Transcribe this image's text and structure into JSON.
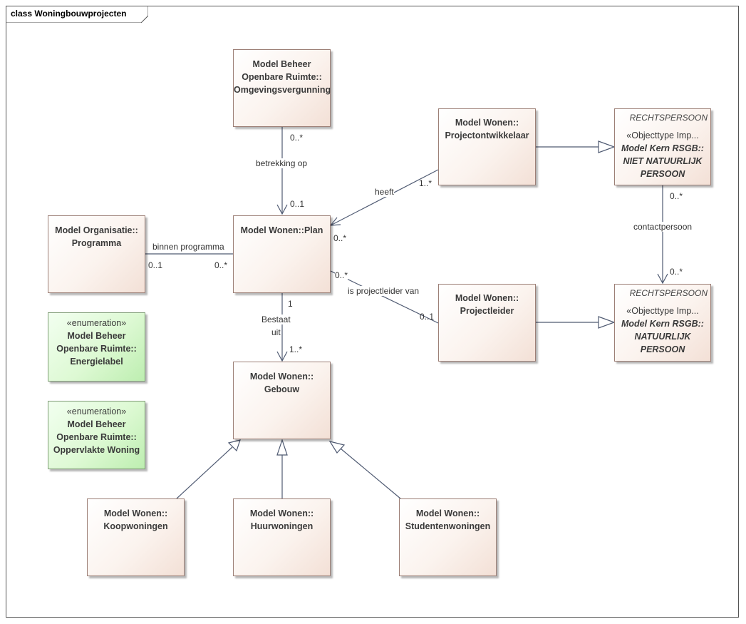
{
  "diagram": {
    "frame_title": "class Woningbouwprojecten",
    "classes": {
      "omgevingsvergunning": [
        "Model Beheer",
        "Openbare Ruimte::",
        "Omgevingsvergunning"
      ],
      "projectontwikkelaar": [
        "Model Wonen::",
        "Projectontwikkelaar"
      ],
      "plan": [
        "Model Wonen::Plan"
      ],
      "programma": [
        "Model Organisatie::",
        "Programma"
      ],
      "projectleider": [
        "Model Wonen::",
        "Projectleider"
      ],
      "gebouw": [
        "Model Wonen::",
        "Gebouw"
      ],
      "koopwoningen": [
        "Model Wonen::",
        "Koopwoningen"
      ],
      "huurwoningen": [
        "Model Wonen::",
        "Huurwoningen"
      ],
      "studentenwoningen": [
        "Model Wonen::",
        "Studentenwoningen"
      ]
    },
    "enumerations": {
      "energielabel": {
        "stereotype": "«enumeration»",
        "lines": [
          "Model Beheer",
          "Openbare Ruimte::",
          "Energielabel"
        ]
      },
      "oppervlakte": {
        "stereotype": "«enumeration»",
        "lines": [
          "Model Beheer",
          "Openbare Ruimte::",
          "Oppervlakte Woning"
        ]
      }
    },
    "external": {
      "niet_natuurlijk": {
        "tag": "RECHTSPERSOON",
        "stereotype": "«Objecttype Imp...",
        "lines": [
          "Model Kern RSGB::",
          "NIET NATUURLIJK",
          "PERSOON"
        ]
      },
      "natuurlijk": {
        "tag": "RECHTSPERSOON",
        "stereotype": "«Objecttype Imp...",
        "lines": [
          "Model Kern RSGB::",
          "NATUURLIJK",
          "PERSOON"
        ]
      }
    },
    "associations": {
      "betrekking_op": {
        "name": "betrekking op",
        "source_mult": "0..*",
        "target_mult": "0..1"
      },
      "heeft": {
        "name": "heeft",
        "source_mult": "1..*",
        "target_mult": "0..*"
      },
      "binnen_programma": {
        "name": "binnen programma",
        "source_mult": "0..1",
        "target_mult": "0..*"
      },
      "projectleider_van": {
        "name": "is projectleider van",
        "source_mult": "0..1",
        "target_mult": "0..*"
      },
      "bestaat_uit": {
        "name_line1": "Bestaat",
        "name_line2": "uit",
        "source_mult": "1",
        "target_mult": "1..*"
      },
      "contactpersoon": {
        "name": "contactpersoon",
        "source_mult": "0..*",
        "target_mult": "0..*"
      }
    }
  }
}
